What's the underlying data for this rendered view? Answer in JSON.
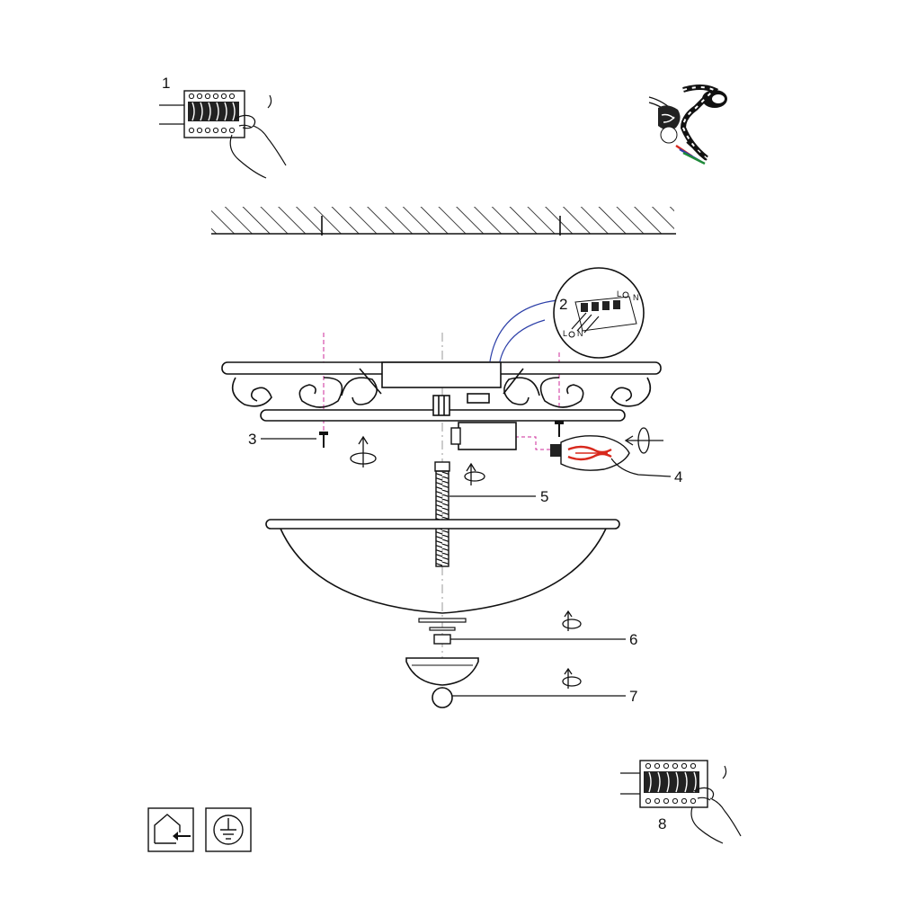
{
  "diagram": {
    "step_labels": {
      "s1": "1",
      "s2": "2",
      "s3": "3",
      "s4": "4",
      "s5": "5",
      "s6": "6",
      "s7": "7",
      "s8": "8"
    },
    "terminal_labels": {
      "live": "L",
      "neutral": "N"
    }
  },
  "colors": {
    "line": "#111111",
    "guide_magenta": "#cc2a9a",
    "guide_grey": "#999999",
    "detail_leader": "#2c3fa8",
    "bulb_red": "#d8281c"
  }
}
